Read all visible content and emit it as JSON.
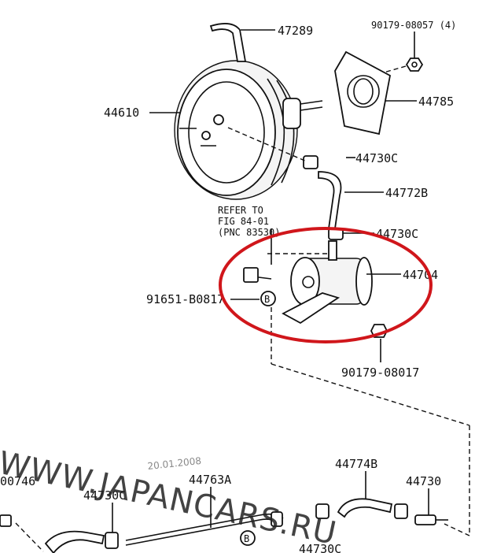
{
  "labels": {
    "p47289": "47289",
    "p90179_08057": "90179-08057 (4)",
    "p44610": "44610",
    "p44785": "44785",
    "p44730c_a": "44730C",
    "p44772b": "44772B",
    "p44730c_b": "44730C",
    "p44704": "44704",
    "p91651": "91651-B0817",
    "p90179_08017": "90179-08017",
    "p00746": "00746",
    "p44730c_c": "44730C",
    "p44763a": "44763A",
    "p44774b": "44774B",
    "p44730": "44730",
    "p44730c_d": "44730C"
  },
  "reference": {
    "line1": "REFER TO",
    "line2": "FIG 84-01",
    "line3": "(PNC 83530)"
  },
  "markers": {
    "b1": "B",
    "b2": "B"
  },
  "watermark": {
    "text": "WWW.JAPANCARS.RU",
    "date": "20.01.2008"
  },
  "colors": {
    "highlight": "#d0161b",
    "ink": "#111111"
  }
}
